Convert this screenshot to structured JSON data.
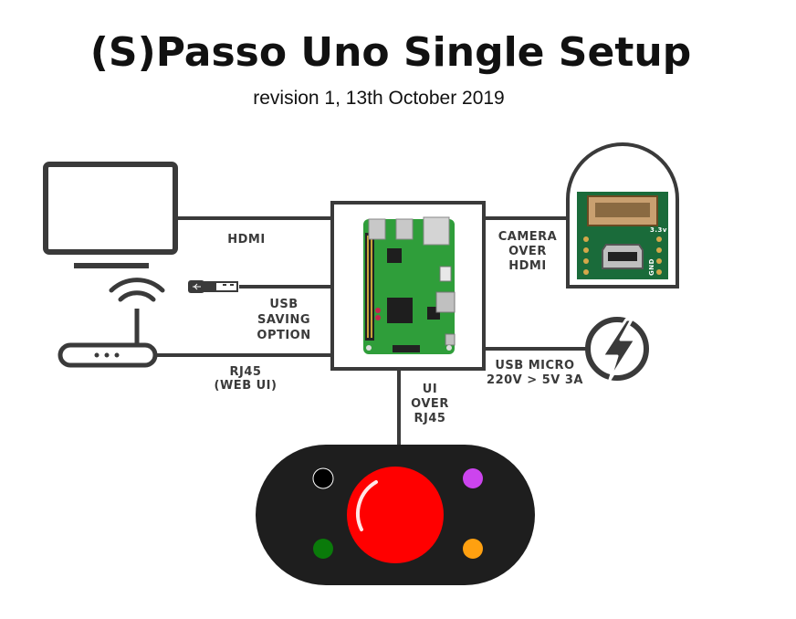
{
  "title": "(S)Passo Uno Single Setup",
  "subtitle": "revision 1, 13th October 2019",
  "labels": {
    "hdmi": "HDMI",
    "usb_saving": [
      "USB",
      "SAVING",
      "OPTION"
    ],
    "rj45": [
      "RJ45",
      "(WEB UI)"
    ],
    "ui_over_rj45": [
      "UI",
      "OVER",
      "RJ45"
    ],
    "camera_over_hdmi": [
      "CAMERA",
      "OVER",
      "HDMI"
    ],
    "usb_micro": [
      "USB MICRO",
      "220V > 5V 3A"
    ]
  },
  "board_text": {
    "camera_adapter_voltage": "3.3v",
    "camera_adapter_gnd": "GND"
  },
  "controller": {
    "main_button_color": "#ff0000",
    "buttons": [
      {
        "name": "black-button",
        "color": "#000000"
      },
      {
        "name": "purple-button",
        "color": "#cc44ee"
      },
      {
        "name": "green-button",
        "color": "#0a7a0a"
      },
      {
        "name": "orange-button",
        "color": "#ffa010"
      }
    ]
  },
  "colors": {
    "line": "#3a3a3a",
    "pi_board": "#2f9e3a",
    "camera_board": "#1a6b3a"
  }
}
